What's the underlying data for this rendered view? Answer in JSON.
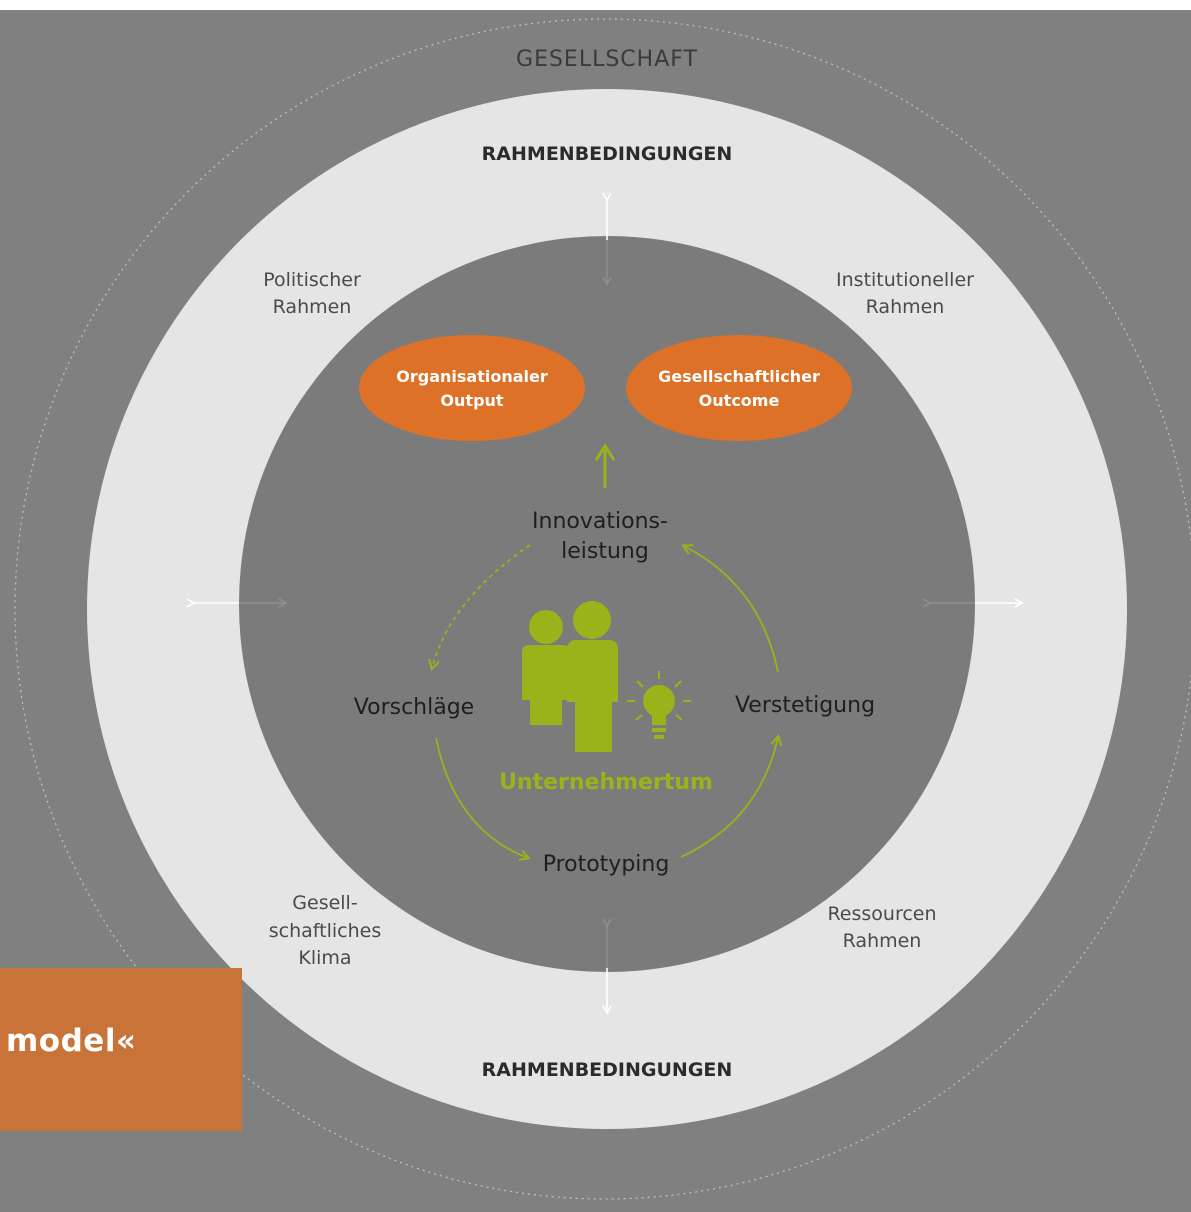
{
  "diagram": {
    "outer_label": "GESELLSCHAFT",
    "ring_top_label": "RAHMENBEDINGUNGEN",
    "ring_bottom_label": "RAHMENBEDINGUNGEN",
    "frames": {
      "political": [
        "Politischer",
        "Rahmen"
      ],
      "institutional": [
        "Institutioneller",
        "Rahmen"
      ],
      "societal": [
        "Gesell-",
        "schaftliches",
        "Klima"
      ],
      "resources": [
        "Ressourcen",
        "Rahmen"
      ]
    },
    "outputs": {
      "organisational": [
        "Organisationaler",
        "Output"
      ],
      "societal": [
        "Gesellschaftlicher",
        "Outcome"
      ]
    },
    "cycle": {
      "top": [
        "Innovations-",
        "leistung"
      ],
      "left": "Vorschläge",
      "right": "Verstetigung",
      "bottom": "Prototyping"
    },
    "center_label": "Unternehmertum",
    "badge": "model«"
  },
  "colors": {
    "background_gray": "#808080",
    "ring_light": "#e5e5e5",
    "inner_gray": "#7b7b7b",
    "orange_ellipse": "#dd7128",
    "green": "#9ab31b",
    "badge_orange": "#c87438"
  },
  "icons": [
    "two-people-icon",
    "lightbulb-icon",
    "double-arrow-icon"
  ]
}
